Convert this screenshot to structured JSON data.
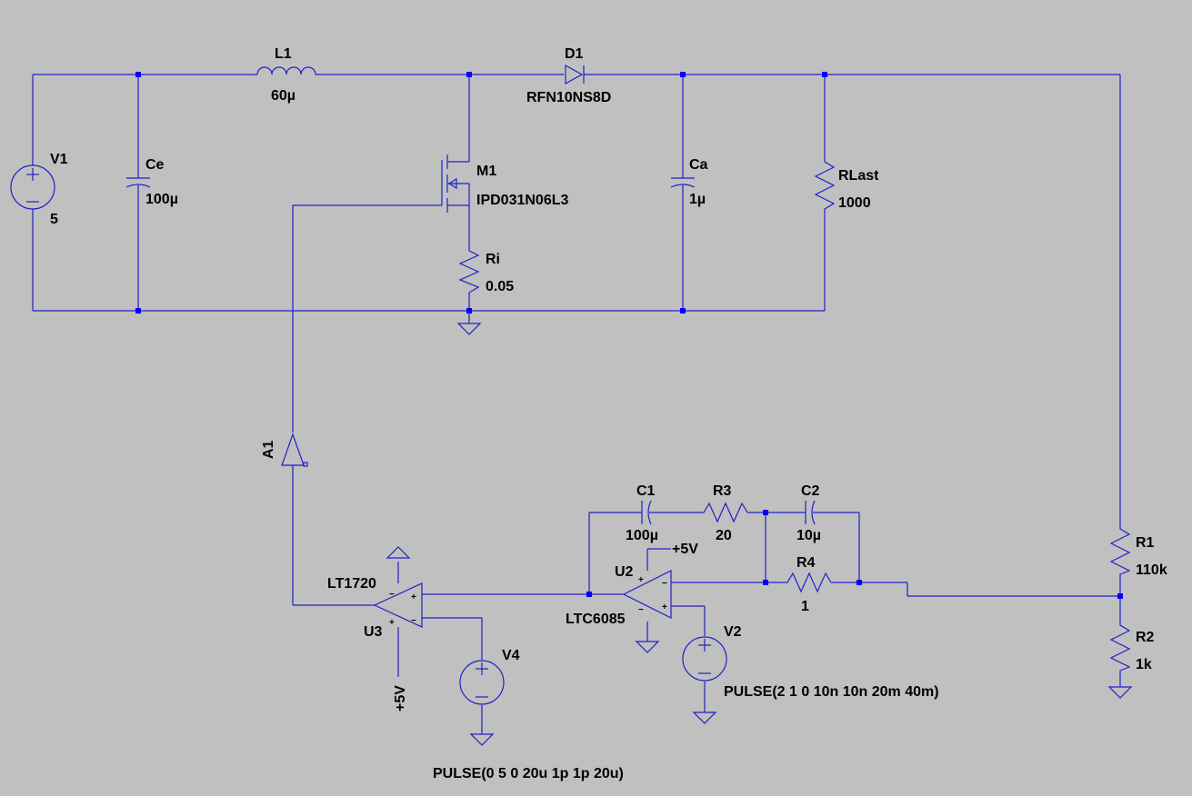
{
  "colors": {
    "background": "#c0c0c0",
    "wire": "#2020c8",
    "junction": "#0000ff",
    "text": "#000000"
  },
  "components": {
    "V1": {
      "ref": "V1",
      "value": "5"
    },
    "Ce": {
      "ref": "Ce",
      "value": "100µ"
    },
    "L1": {
      "ref": "L1",
      "value": "60µ"
    },
    "D1": {
      "ref": "D1",
      "value": "RFN10NS8D"
    },
    "M1": {
      "ref": "M1",
      "value": "IPD031N06L3"
    },
    "Ri": {
      "ref": "Ri",
      "value": "0.05"
    },
    "Ca": {
      "ref": "Ca",
      "value": "1µ"
    },
    "RLast": {
      "ref": "RLast",
      "value": "1000"
    },
    "A1": {
      "ref": "A1"
    },
    "U3": {
      "ref": "U3",
      "value": "LT1720",
      "supply_top": "",
      "supply_bottom": "+5V"
    },
    "V4": {
      "ref": "V4",
      "value": "PULSE(0 5 0 20u 1p 1p 20u)"
    },
    "U2": {
      "ref": "U2",
      "value": "LTC6085",
      "supply": "+5V"
    },
    "V2": {
      "ref": "V2",
      "value": "PULSE(2 1 0 10n 10n 20m 40m)"
    },
    "C1": {
      "ref": "C1",
      "value": "100µ"
    },
    "R3": {
      "ref": "R3",
      "value": "20"
    },
    "C2": {
      "ref": "C2",
      "value": "10µ"
    },
    "R4": {
      "ref": "R4",
      "value": "1"
    },
    "R1": {
      "ref": "R1",
      "value": "110k"
    },
    "R2": {
      "ref": "R2",
      "value": "1k"
    }
  },
  "pin_marks": {
    "plus": "+",
    "minus": "−"
  }
}
